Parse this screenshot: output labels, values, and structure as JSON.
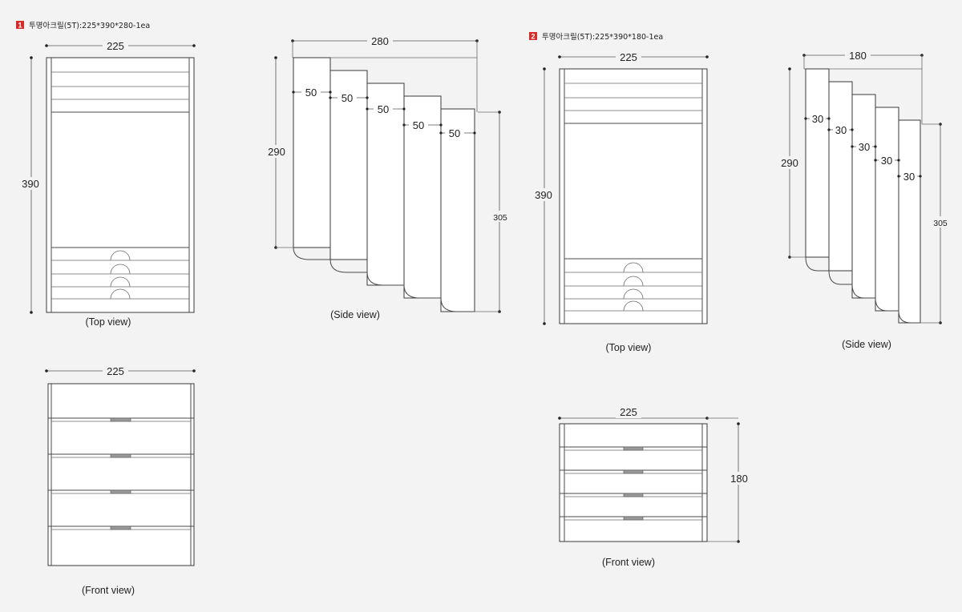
{
  "products": [
    {
      "number": "1",
      "title": "투명아크릴(5T):225*390*280-1ea",
      "views": {
        "top": {
          "caption": "(Top view)",
          "width": "225",
          "height": "390"
        },
        "side": {
          "caption": "(Side view)",
          "total_depth": "280",
          "height_left": "290",
          "height_right": "305",
          "steps": [
            "50",
            "50",
            "50",
            "50",
            "50"
          ]
        },
        "front": {
          "caption": "(Front view)",
          "width": "225"
        }
      }
    },
    {
      "number": "2",
      "title": "투명아크릴(5T):225*390*180-1ea",
      "views": {
        "top": {
          "caption": "(Top view)",
          "width": "225",
          "height": "390"
        },
        "side": {
          "caption": "(Side view)",
          "total_depth": "180",
          "height_left": "290",
          "height_right": "305",
          "steps": [
            "30",
            "30",
            "30",
            "30",
            "30"
          ]
        },
        "front": {
          "caption": "(Front view)",
          "width": "225",
          "height": "180"
        }
      }
    }
  ],
  "colors": {
    "background": "#f3f3f3",
    "badge": "#d62b2b",
    "line": "#3a3a3a"
  }
}
